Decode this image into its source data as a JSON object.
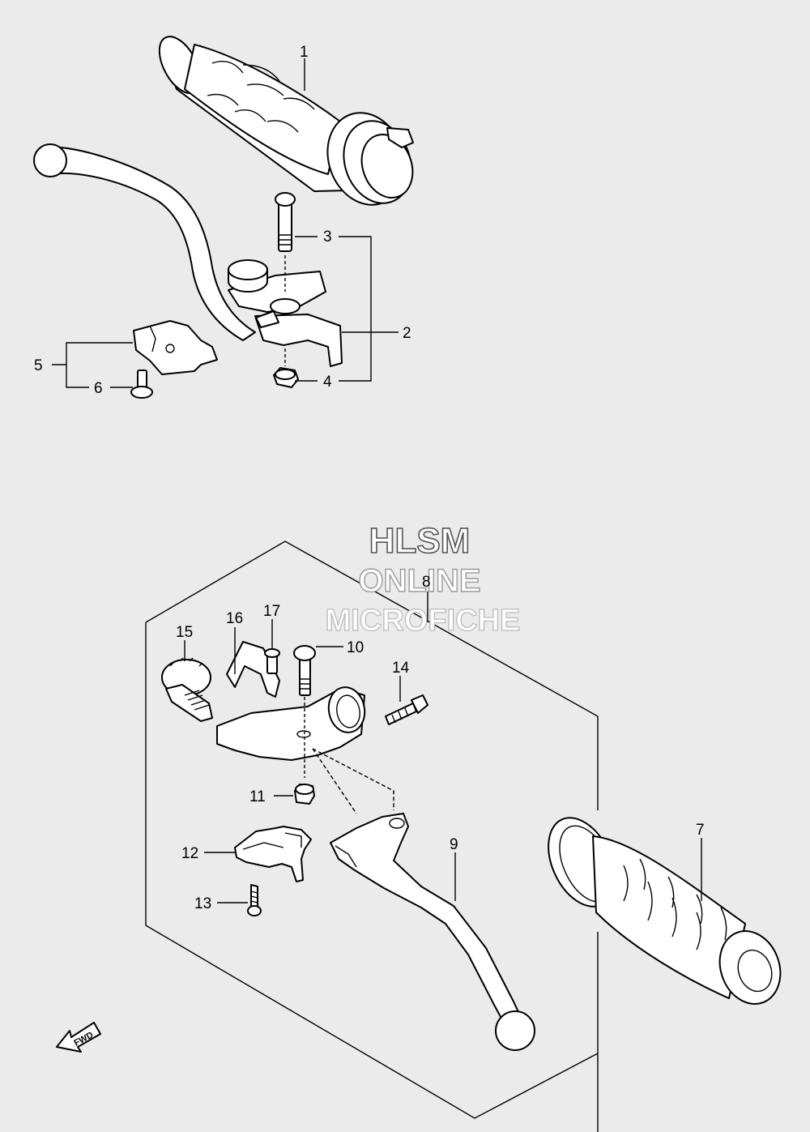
{
  "watermark": {
    "line1": "HLSM",
    "line2": "ONLINE",
    "line3": "MICROFICHE"
  },
  "direction_label": "FWD",
  "callouts": {
    "c1": "1",
    "c2": "2",
    "c3": "3",
    "c4": "4",
    "c5": "5",
    "c6": "6",
    "c7": "7",
    "c8": "8",
    "c9": "9",
    "c10": "10",
    "c11": "11",
    "c12": "12",
    "c13": "13",
    "c14": "14",
    "c15": "15",
    "c16": "16",
    "c17": "17"
  }
}
